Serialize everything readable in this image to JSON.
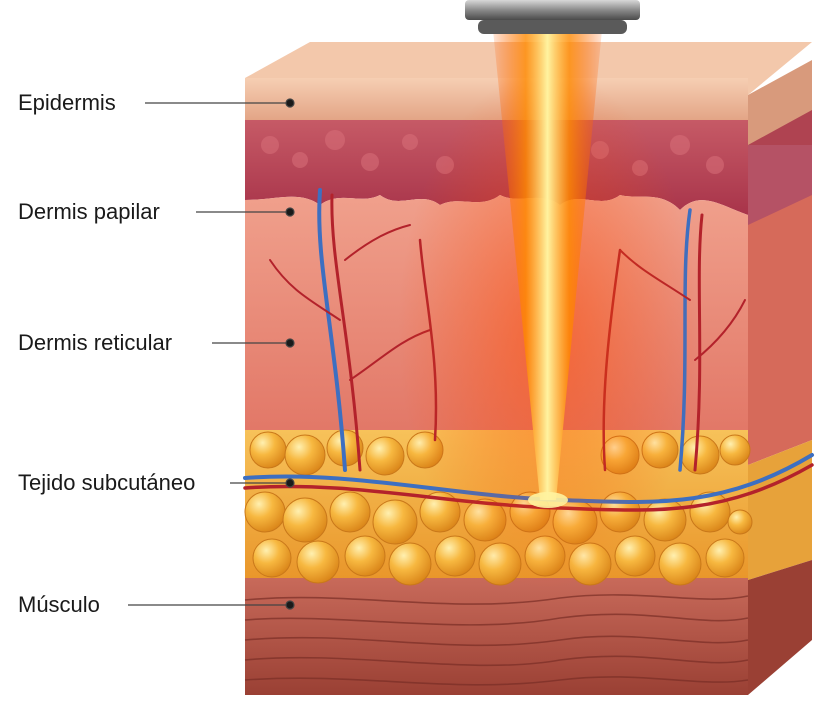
{
  "labels": {
    "epidermis": "Epidermis",
    "dermis_papilar": "Dermis papilar",
    "dermis_reticular": "Dermis reticular",
    "tejido_subcutaneo": "Tejido subcutáneo",
    "musculo": "Músculo"
  },
  "colors": {
    "epidermis": "#eab392",
    "dermis_papilar": "#b8404f",
    "dermis_reticular": "#e27c6a",
    "fat": "#f2a934",
    "muscle": "#b9574a",
    "laser": "#ff7a00",
    "artery": "#b3222b",
    "vein": "#3d6fc1"
  }
}
